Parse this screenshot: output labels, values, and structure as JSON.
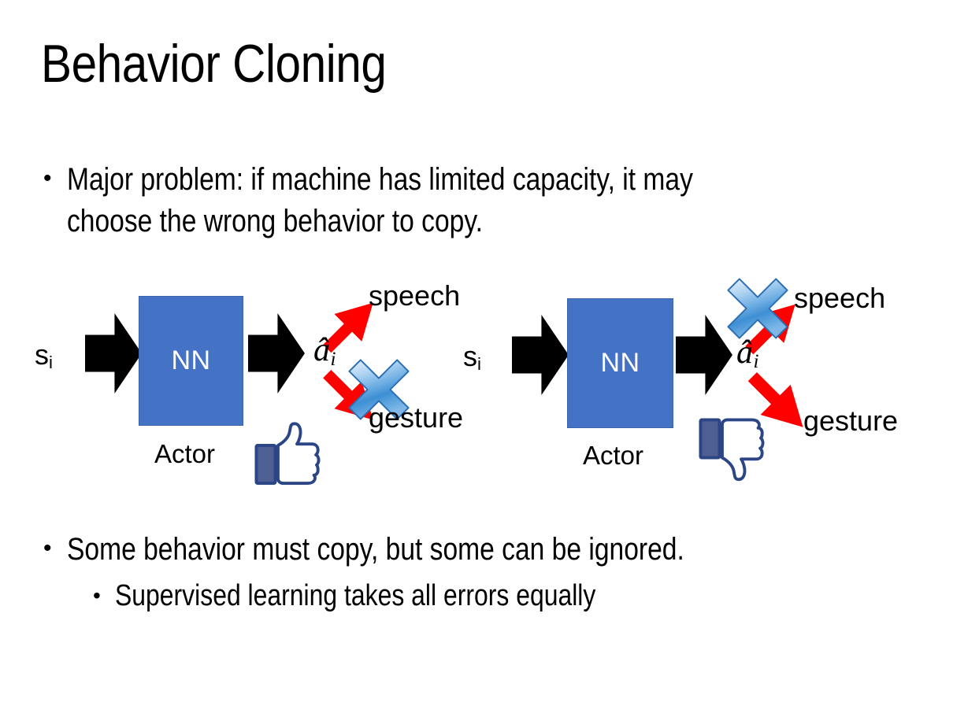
{
  "slide": {
    "title": "Behavior Cloning",
    "background_color": "#FFFFFF",
    "text_color": "#000000"
  },
  "bullets": {
    "top": {
      "marker": "•",
      "text": "Major problem: if machine has limited capacity, it may choose the wrong behavior to copy."
    },
    "bottom_primary": {
      "marker": "•",
      "text": "Some behavior must copy, but some can be ignored."
    },
    "bottom_secondary": {
      "marker": "•",
      "text": "Supervised learning takes all errors equally"
    }
  },
  "colors": {
    "nn_box_fill": "#4472C4",
    "nn_box_border": "#3B62AC",
    "block_arrow": "#000000",
    "double_arrow": "#FF0000",
    "cross_icon_light": "#CFE2F7",
    "cross_icon_mid": "#5B9BD5",
    "cross_icon_dark": "#2E75B6",
    "cross_icon_border": "#1F4E79",
    "thumb_outline": "#3B5998",
    "thumb_cuff": "#4E5F94",
    "thumb_fill": "#FFFFFF",
    "thumb_shadow": "#E2E4EA"
  },
  "diagrams": [
    {
      "id": "left",
      "name": "behavior-cloning-good-case",
      "input_label": "s",
      "input_subscript": "i",
      "box_label": "NN",
      "box_caption": "Actor",
      "output_label": "â",
      "output_subscript": "i",
      "branches": [
        {
          "name": "speech",
          "label": "speech",
          "crossed_out": false
        },
        {
          "name": "gesture",
          "label": "gesture",
          "crossed_out": true
        }
      ],
      "verdict": "thumbs-up"
    },
    {
      "id": "right",
      "name": "behavior-cloning-bad-case",
      "input_label": "s",
      "input_subscript": "i",
      "box_label": "NN",
      "box_caption": "Actor",
      "output_label": "â",
      "output_subscript": "i",
      "branches": [
        {
          "name": "speech",
          "label": "speech",
          "crossed_out": true
        },
        {
          "name": "gesture",
          "label": "gesture",
          "crossed_out": false
        }
      ],
      "verdict": "thumbs-down"
    }
  ]
}
